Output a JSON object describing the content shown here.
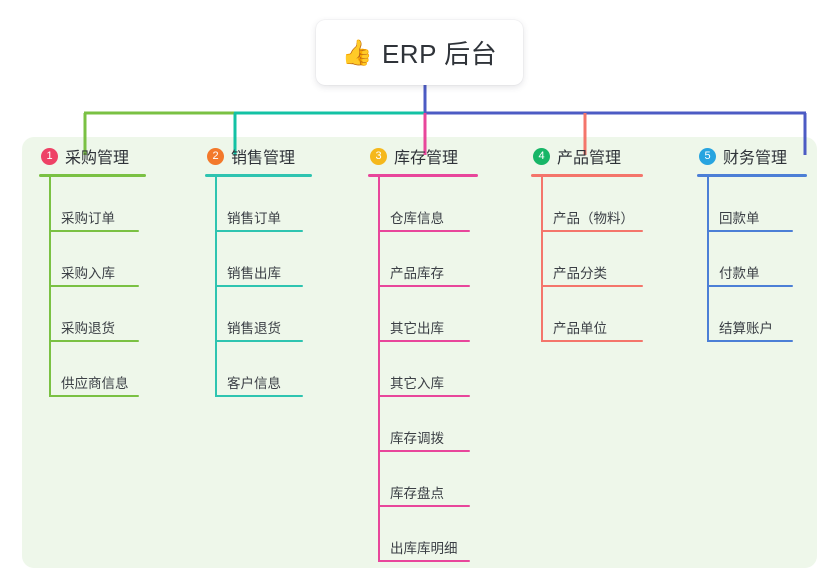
{
  "root": {
    "icon": "thumbs-up-emoji",
    "emoji": "👍",
    "title": "ERP 后台"
  },
  "palette": {
    "panel_bg": "#eef7ea",
    "page_bg": "#ffffff",
    "text": "#2f3339",
    "trunk": "#4c5bc4",
    "bar_left_green": "#7ac143",
    "bar_teal": "#13c2a4",
    "bar_blue": "#4c5bc4"
  },
  "branches": [
    {
      "number": "1",
      "title": "采购管理",
      "badge_color": "#ee4266",
      "line_color": "#7ac143",
      "drop_color": "#7ac143",
      "items": [
        "采购订单",
        "采购入库",
        "采购退货",
        "供应商信息"
      ]
    },
    {
      "number": "2",
      "title": "销售管理",
      "badge_color": "#f3792b",
      "line_color": "#2ec4b0",
      "drop_color": "#13c2a4",
      "items": [
        "销售订单",
        "销售出库",
        "销售退货",
        "客户信息"
      ]
    },
    {
      "number": "3",
      "title": "库存管理",
      "badge_color": "#f5b81c",
      "line_color": "#e8469b",
      "drop_color": "#e8469b",
      "items": [
        "仓库信息",
        "产品库存",
        "其它出库",
        "其它入库",
        "库存调拨",
        "库存盘点",
        "出库库明细"
      ]
    },
    {
      "number": "4",
      "title": "产品管理",
      "badge_color": "#17b667",
      "line_color": "#f4756b",
      "drop_color": "#f4756b",
      "items": [
        "产品（物料）",
        "产品分类",
        "产品单位"
      ]
    },
    {
      "number": "5",
      "title": "财务管理",
      "badge_color": "#27a4e0",
      "line_color": "#4c7fd6",
      "drop_color": "#4c5bc4",
      "items": [
        "回款单",
        "付款单",
        "结算账户"
      ]
    }
  ]
}
